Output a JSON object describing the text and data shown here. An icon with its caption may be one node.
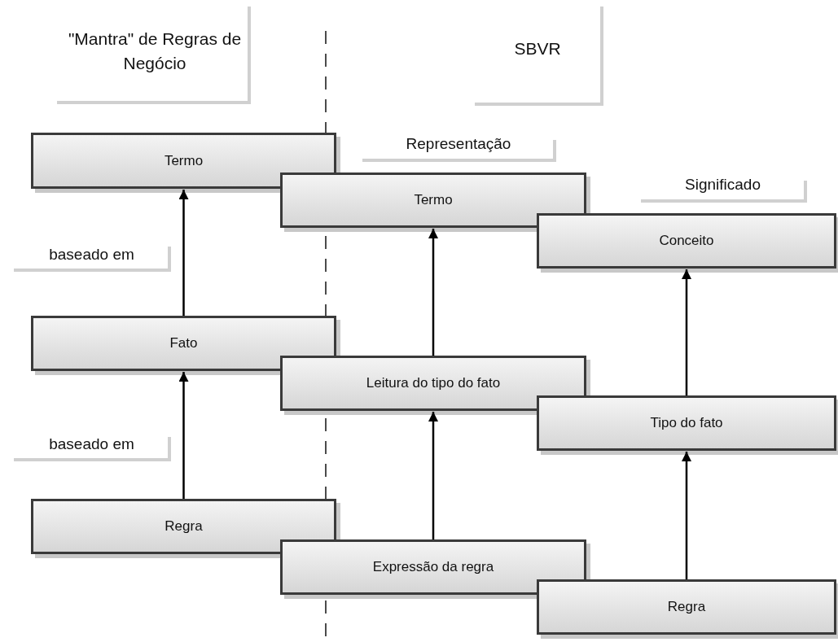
{
  "diagram": {
    "nodes": [
      {
        "text": [
          "Termo"
        ]
      },
      {
        "text": [
          "Termo"
        ]
      },
      {
        "text": [
          "Conceito"
        ]
      },
      {
        "text": [
          "Fato"
        ]
      },
      {
        "text": [
          "Leitura do tipo do fato"
        ]
      },
      {
        "text": [
          "Tipo do fato"
        ]
      },
      {
        "text": [
          "Regra"
        ]
      },
      {
        "text": [
          "Expressão da regra"
        ]
      },
      {
        "text": [
          "Regra"
        ]
      }
    ],
    "edges": [
      {
        "from": 3,
        "to": 0,
        "arrow": "to"
      },
      {
        "from": 6,
        "to": 3,
        "arrow": "to"
      },
      {
        "from": 4,
        "to": 1,
        "arrow": "to"
      },
      {
        "from": 7,
        "to": 4,
        "arrow": "to"
      },
      {
        "from": 5,
        "to": 2,
        "arrow": "to"
      },
      {
        "from": 8,
        "to": 5,
        "arrow": "to"
      }
    ],
    "labels": [
      "\"Mantra\" de Regras de Negócio",
      "SBVR",
      "Representação",
      "Significado",
      "baseado em",
      "baseado em"
    ]
  }
}
